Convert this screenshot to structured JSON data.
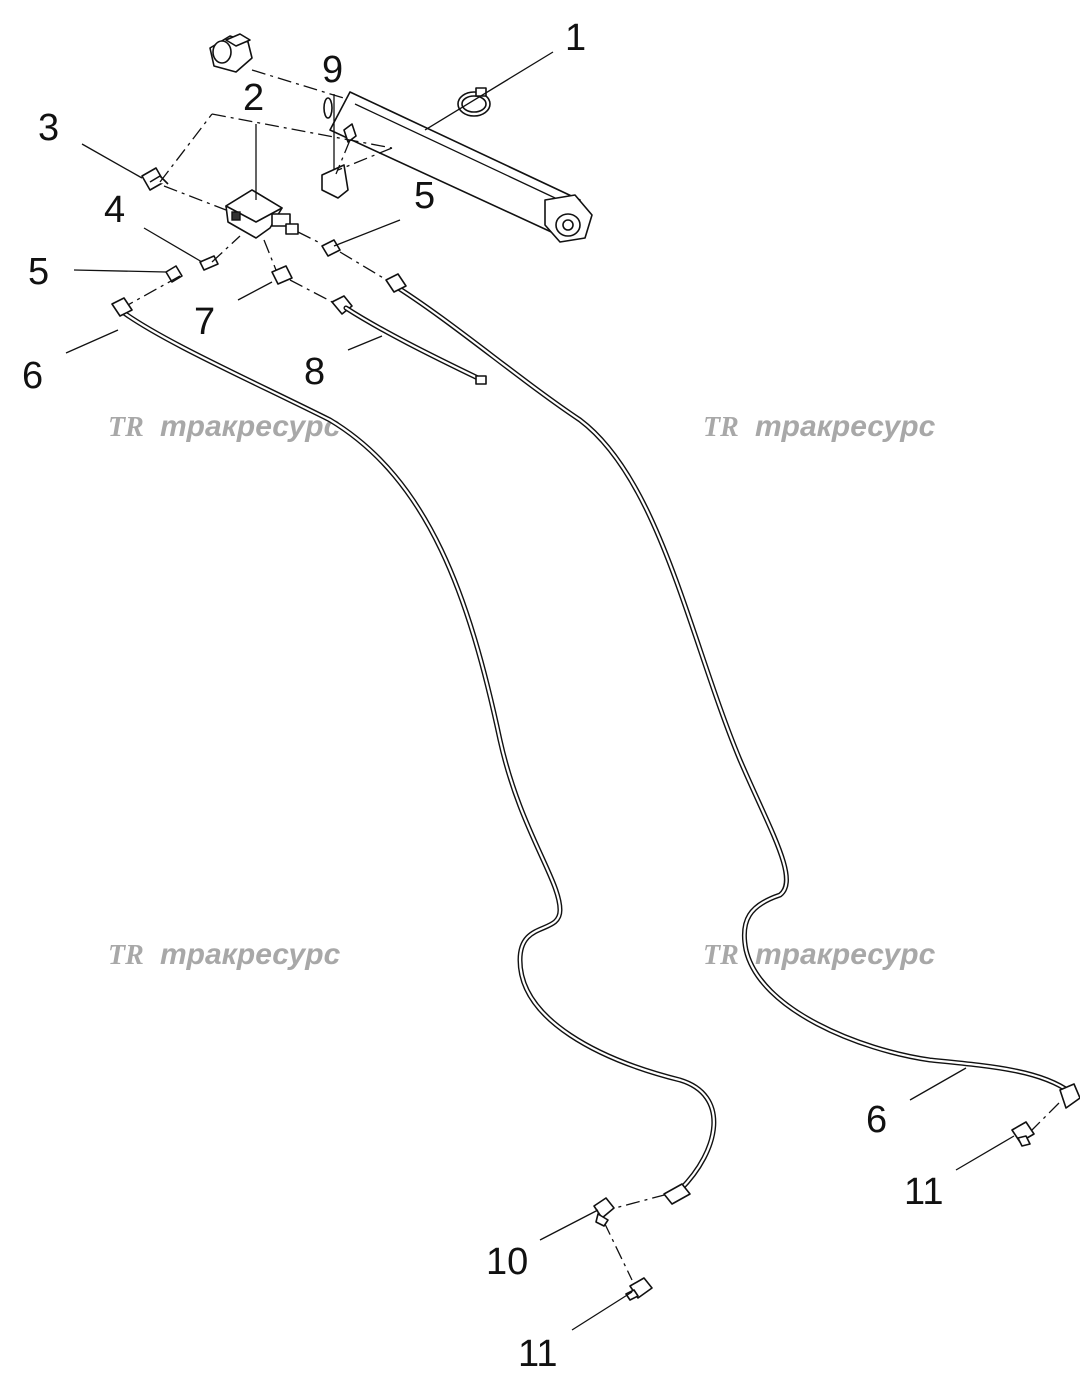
{
  "callouts": [
    {
      "id": "c1",
      "text": "1"
    },
    {
      "id": "c2",
      "text": "2"
    },
    {
      "id": "c3",
      "text": "3"
    },
    {
      "id": "c4",
      "text": "4"
    },
    {
      "id": "c5a",
      "text": "5"
    },
    {
      "id": "c5b",
      "text": "5"
    },
    {
      "id": "c6a",
      "text": "6"
    },
    {
      "id": "c6b",
      "text": "6"
    },
    {
      "id": "c7",
      "text": "7"
    },
    {
      "id": "c8",
      "text": "8"
    },
    {
      "id": "c9",
      "text": "9"
    },
    {
      "id": "c10",
      "text": "10"
    },
    {
      "id": "c11a",
      "text": "11"
    },
    {
      "id": "c11b",
      "text": "11"
    }
  ],
  "watermark": {
    "logo": "TR",
    "text": "тракресурс"
  },
  "colors": {
    "line": "#111111",
    "watermark": "#a8a8a8",
    "background": "#ffffff"
  }
}
